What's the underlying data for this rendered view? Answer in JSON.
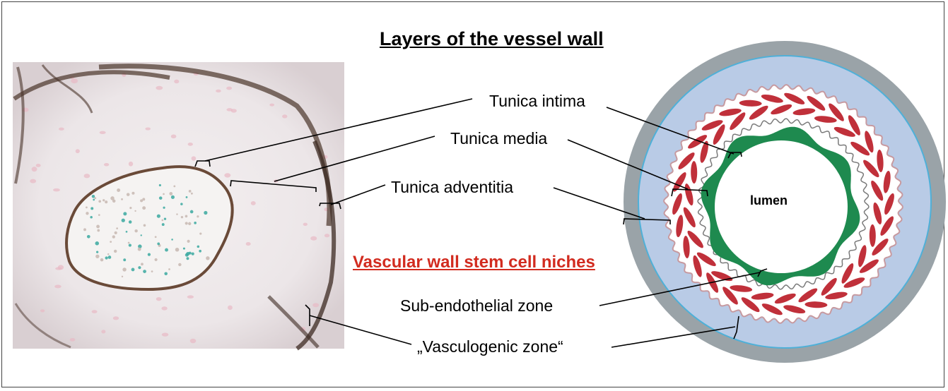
{
  "title": "Layers of the vessel wall",
  "subtitle": "Vascular wall stem cell niches",
  "layers": [
    {
      "label": "Tunica intima"
    },
    {
      "label": "Tunica media"
    },
    {
      "label": "Tunica adventitia"
    }
  ],
  "niches": [
    {
      "label": "Sub-endothelial zone"
    },
    {
      "label": "„Vasculogenic zone“"
    }
  ],
  "lumen_label": "lumen",
  "colors": {
    "subtitle": "#d22b1f",
    "adventitia_outer": "#9aa3a8",
    "adventitia": "#b9cbe6",
    "media_cells": "#c0303a",
    "intima": "#1e8a4f",
    "frame": "#444444"
  }
}
